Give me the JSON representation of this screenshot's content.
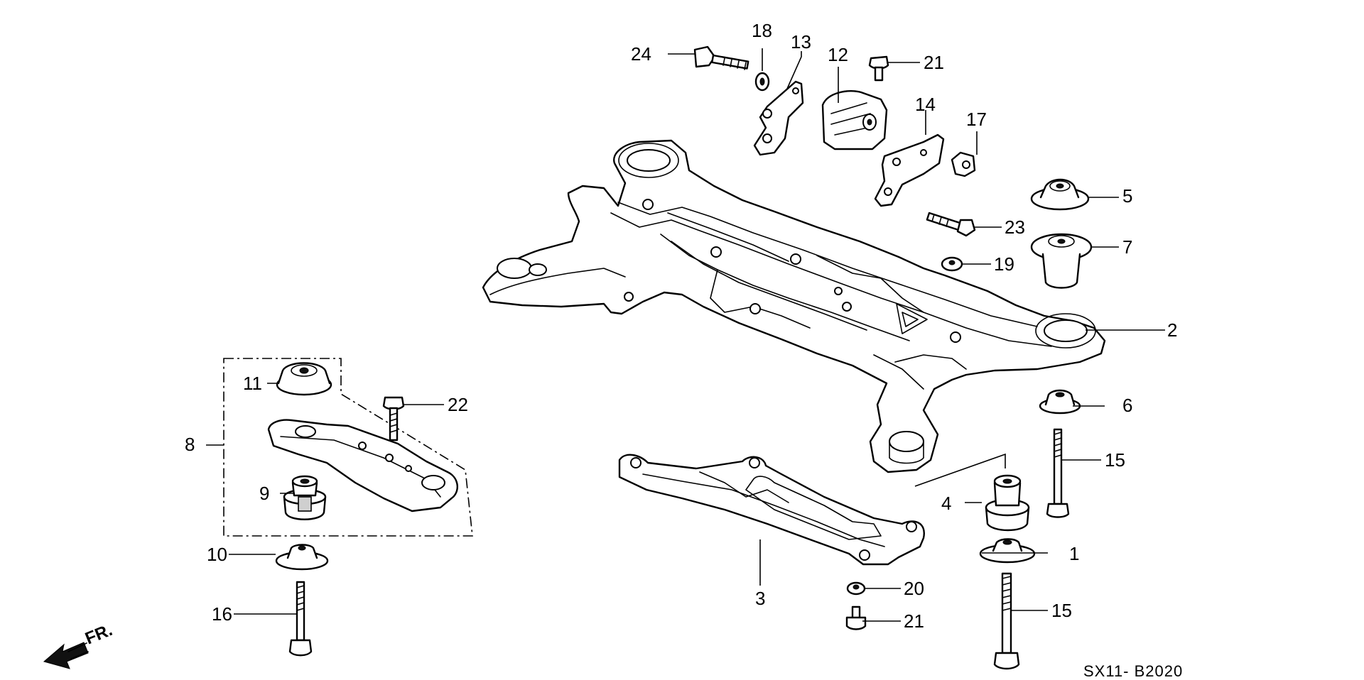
{
  "diagram_code": "SX11- B2020",
  "direction_label": "FR.",
  "callouts": [
    "1",
    "2",
    "3",
    "4",
    "5",
    "6",
    "7",
    "8",
    "9",
    "10",
    "11",
    "12",
    "13",
    "14",
    "15",
    "15",
    "16",
    "17",
    "18",
    "19",
    "20",
    "21",
    "21",
    "22",
    "23",
    "24"
  ]
}
